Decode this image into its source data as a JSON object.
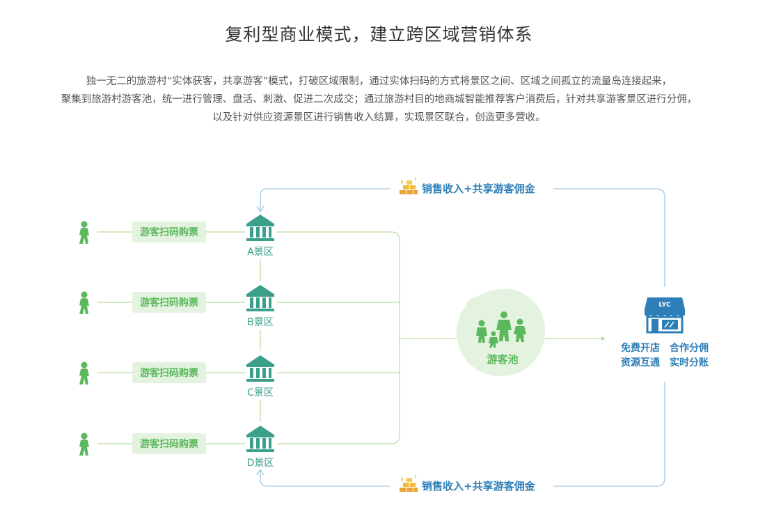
{
  "title": "复利型商业模式，建立跨区域营销体系",
  "description": [
    "独一无二的旅游村“实体获客，共享游客”模式，打破区域限制，通过实体扫码的方式将景区之间、区域之间孤立的流量岛连接起来，",
    "聚集到旅游村游客池，统一进行管理、盘活、刺激、促进二次成交；通过旅游村目的地商城智能推荐客户消费后，针对共享游客景区进行分佣，",
    "以及针对供应资源景区进行销售收入结算，实现景区联合，创造更多营收。"
  ],
  "diagram": {
    "scan_label": "游客扫码购票",
    "scenic_areas": [
      "A景区",
      "B景区",
      "C景区",
      "D景区"
    ],
    "pool_label": "游客池",
    "commission_label": "销售收入+共享游客佣金",
    "store_sign": "LYC",
    "store_features": [
      "免费开店",
      "合作分佣",
      "资源互通",
      "实时分账"
    ],
    "colors": {
      "green": "#5cb85c",
      "green_light": "#e4f3df",
      "teal": "#3aa08a",
      "blue": "#2e7fb8",
      "line_green": "#b8dca0",
      "line_blue": "#9cc9e6",
      "gold": "#e8a531"
    },
    "icons": {
      "tourist": "person-walking-icon",
      "scenic": "building-icon",
      "pool": "family-icon",
      "store": "store-icon",
      "commission": "gold-bars-icon"
    }
  }
}
